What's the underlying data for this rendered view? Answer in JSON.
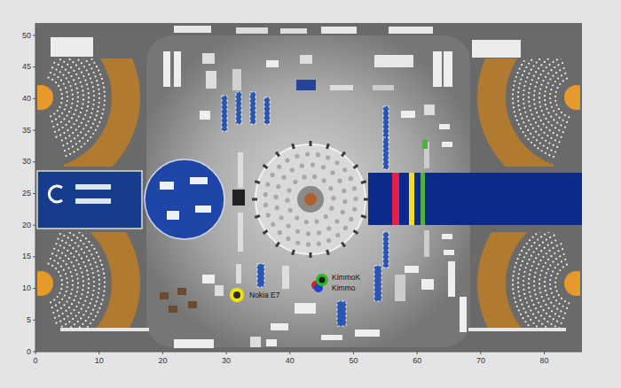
{
  "diagram": {
    "labels": [
      "50",
      "45",
      "40",
      "35",
      "30",
      "25",
      "20",
      "15",
      "10",
      "5",
      "0",
      "0",
      "10",
      "20",
      "30",
      "40",
      "50",
      "60",
      "70",
      "80",
      "Nokia E7",
      "KimmoK",
      "Kimmo"
    ]
  }
}
